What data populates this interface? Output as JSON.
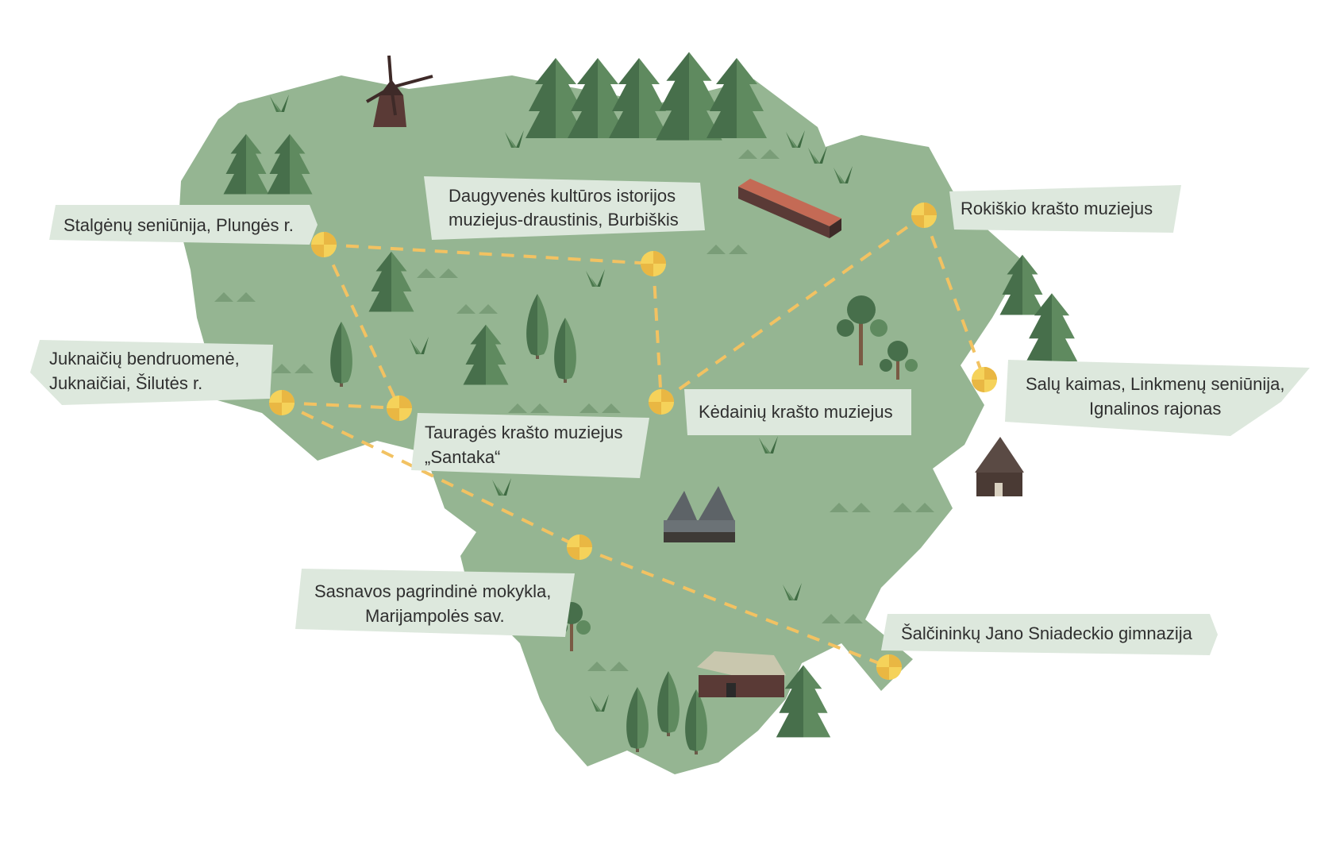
{
  "colors": {
    "land": "#95b592",
    "route": "#f2c262",
    "marker": "#f5d25a",
    "marker_dark": "#e9b743",
    "label_bg": "#dde8dd",
    "text": "#2f2f2f",
    "tree_dark": "#476f4b",
    "tree_light": "#5f8a5f",
    "building_roof_red": "#c46a55",
    "building_wall": "#5a3a36"
  },
  "locations": [
    {
      "id": "stalgenai",
      "lines": [
        "Stalgėnų seniūnija, Plungės r."
      ]
    },
    {
      "id": "burbiskis",
      "lines": [
        "Daugyvenės kultūros istorijos",
        "muziejus-draustinis, Burbiškis"
      ]
    },
    {
      "id": "rokiskis",
      "lines": [
        "Rokiškio krašto muziejus"
      ]
    },
    {
      "id": "juknaiciai",
      "lines": [
        "Juknaičių bendruomenė,",
        "Juknaičiai, Šilutės r."
      ]
    },
    {
      "id": "taurage",
      "lines": [
        "Tauragės krašto muziejus",
        "„Santaka“"
      ]
    },
    {
      "id": "kedainiai",
      "lines": [
        "Kėdainių krašto muziejus"
      ]
    },
    {
      "id": "salos",
      "lines": [
        "Salų kaimas, Linkmenų seniūnija,",
        "Ignalinos rajonas"
      ]
    },
    {
      "id": "sasnava",
      "lines": [
        "Sasnavos pagrindinė mokykla,",
        "Marijampolės sav."
      ]
    },
    {
      "id": "salcininkai",
      "lines": [
        "Šalčininkų Jano Sniadeckio gimnazija"
      ]
    }
  ],
  "route_connections": [
    [
      "stalgenai",
      "burbiskis"
    ],
    [
      "stalgenai",
      "taurage"
    ],
    [
      "burbiskis",
      "kedainiai"
    ],
    [
      "juknaiciai",
      "taurage"
    ],
    [
      "juknaiciai",
      "sasnava"
    ],
    [
      "sasnava",
      "salcininkai"
    ],
    [
      "kedainiai",
      "rokiskis"
    ],
    [
      "rokiskis",
      "salos"
    ]
  ],
  "icons": [
    "windmill-icon",
    "spruce-tree-icon",
    "cypress-tree-icon",
    "round-tree-icon",
    "red-barn-icon",
    "wooden-church-icon",
    "round-hut-icon",
    "farmhouse-icon",
    "grass-tuft-icon",
    "hill-mark-icon"
  ]
}
